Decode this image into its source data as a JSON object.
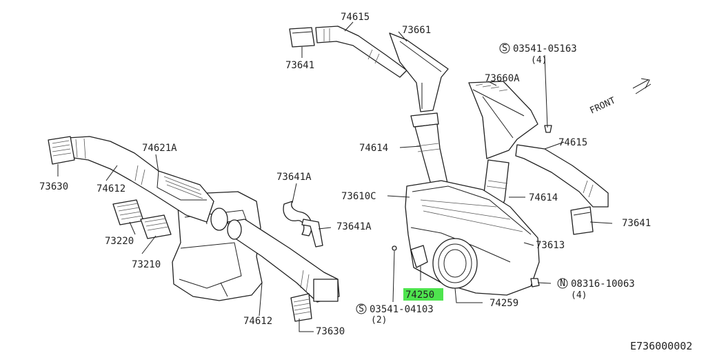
{
  "parts": {
    "p74615_top": "74615",
    "p73661": "73661",
    "p73641_top": "73641",
    "p03541_05163": "03541-05163",
    "p03541_05163_qty": "(4)",
    "p73660A": "73660A",
    "front": "FRONT",
    "p74621A": "74621A",
    "p74614_left": "74614",
    "p74615_right": "74615",
    "p73630_top": "73630",
    "p74612_top": "74612",
    "p73641A_top": "73641A",
    "p73610C": "73610C",
    "p74614_right": "74614",
    "p73641_right": "73641",
    "p73641A_lower": "73641A",
    "p73220": "73220",
    "p73613": "73613",
    "p73210": "73210",
    "p08316_10063": "08316-10063",
    "p08316_10063_qty": "(4)",
    "p74250": "74250",
    "p74259": "74259",
    "p03541_04103": "03541-04103",
    "p03541_04103_qty": "(2)",
    "p74612_bottom": "74612",
    "p73630_bottom": "73630"
  },
  "symbols": {
    "screw_symbol": "S",
    "nut_symbol": "N"
  },
  "highlight_color": "#4ee44e",
  "diagram_code": "E736000002"
}
